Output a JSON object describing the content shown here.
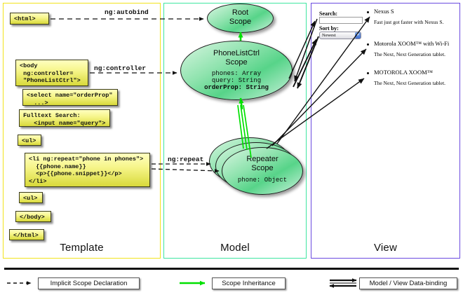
{
  "panels": {
    "template": {
      "label": "Template",
      "border_color": "#f2e31c"
    },
    "model": {
      "label": "Model",
      "border_color": "#3ee6a0"
    },
    "view": {
      "label": "View",
      "border_color": "#6a4ae0"
    }
  },
  "template_boxes": [
    {
      "id": "html-open",
      "text": "<html>"
    },
    {
      "id": "body-open",
      "text": "<body\n ng:controller=\n \"PhoneListCtrl\">"
    },
    {
      "id": "select-tag",
      "text": "<select name=\"orderProp\"\n  ...>"
    },
    {
      "id": "fulltext",
      "text": "Fulltext Search:\n   <input name=\"query\">"
    },
    {
      "id": "ul-open",
      "text": "<ul>"
    },
    {
      "id": "li-repeat",
      "text": "<li ng:repeat=\"phone in phones\">\n  {{phone.name}}\n  <p>{{phone.snippet}}</p>\n</li>"
    },
    {
      "id": "ul-close",
      "text": "<ul>"
    },
    {
      "id": "body-close",
      "text": "</body>"
    },
    {
      "id": "html-close",
      "text": "</html>"
    }
  ],
  "edge_labels": {
    "autobind": "ng:autobind",
    "controller": "ng:controller",
    "repeat": "ng:repeat"
  },
  "scopes": {
    "root": {
      "title_line1": "Root",
      "title_line2": "Scope",
      "props": []
    },
    "phonelistctrl": {
      "title_line1": "PhoneListCtrl",
      "title_line2": "Scope",
      "props": [
        "phones: Array",
        "query: String",
        "orderProp: String"
      ],
      "bold_prop_index": 2
    },
    "repeater": {
      "title_line1": "Repeater",
      "title_line2": "Scope",
      "props": [
        "phone: Object"
      ],
      "stack_count": 3
    }
  },
  "view": {
    "search_label": "Search:",
    "search_value": "",
    "sort_label": "Sort by:",
    "sort_selected": "Newest",
    "phones": [
      {
        "name": "Nexus S",
        "snippet": "Fast just got faster with Nexus S."
      },
      {
        "name": "Motorola XOOM™  with Wi-Fi",
        "snippet": "The Next, Next Generation tablet."
      },
      {
        "name": "MOTOROLA XOOM™",
        "snippet": "The Next, Next Generation tablet."
      }
    ]
  },
  "legend": [
    {
      "id": "implicit-scope",
      "label": "Implicit Scope Declaration",
      "style": "dashed-arrow",
      "color": "#111111"
    },
    {
      "id": "scope-inherit",
      "label": "Scope Inheritance",
      "style": "solid-arrow",
      "color": "#00e000"
    },
    {
      "id": "data-binding",
      "label": "Model / View Data-binding",
      "style": "double-arrow",
      "color": "#111111"
    }
  ],
  "colors": {
    "code_box_fill_top": "#ffffc0",
    "code_box_fill_bottom": "#d8d93a",
    "scope_fill": "#7fdca4",
    "inherit_green": "#00e000"
  }
}
